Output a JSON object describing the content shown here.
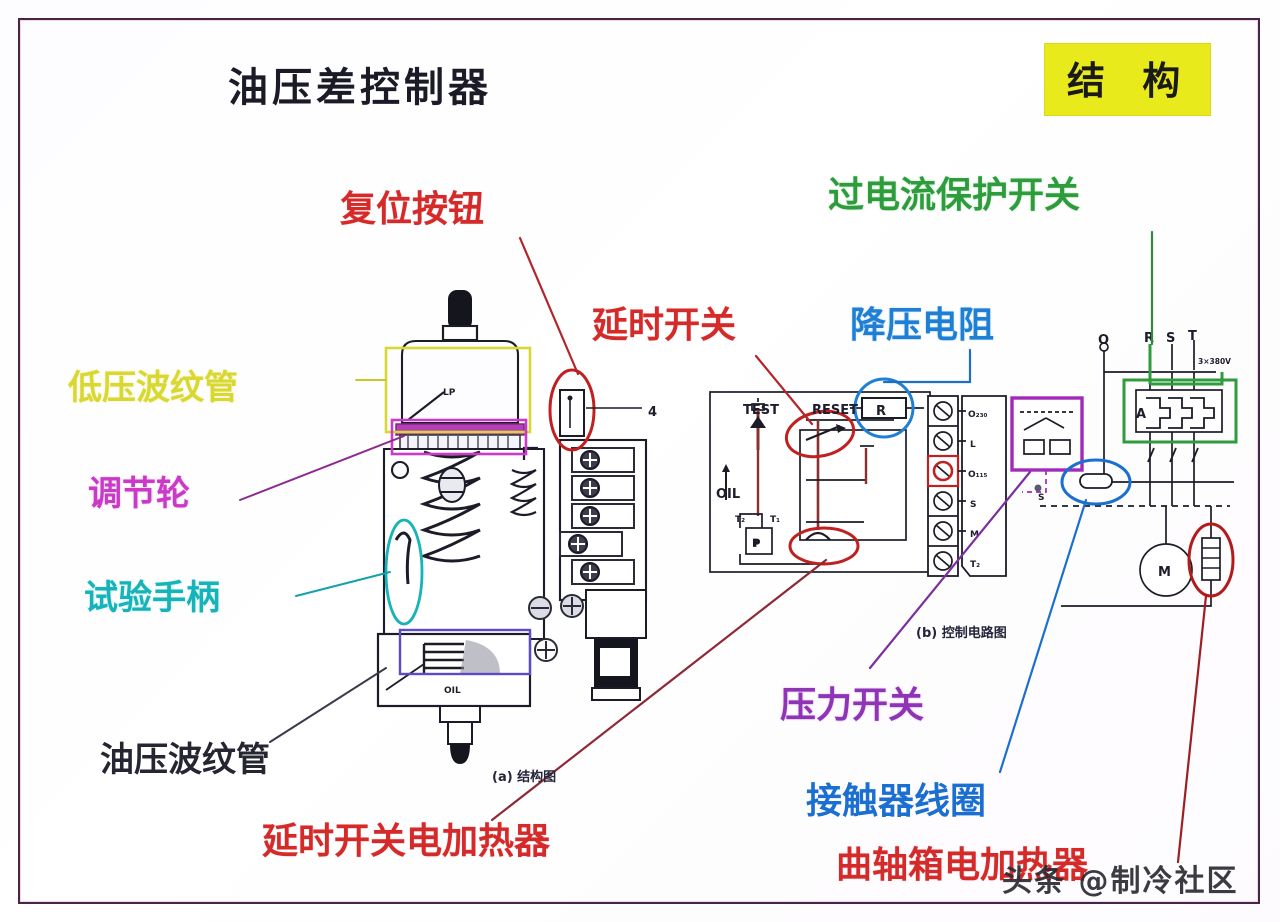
{
  "page": {
    "title": "油压差控制器",
    "badge": "结 构",
    "watermark": "头条 @制冷社区",
    "border_color": "#4a2348"
  },
  "labels": [
    {
      "id": "reset-button",
      "text": "复位按钮",
      "color": "#d42a2a"
    },
    {
      "id": "lp-bellows",
      "text": "低压波纹管",
      "color": "#d9d832"
    },
    {
      "id": "adjusting-wheel",
      "text": "调节轮",
      "color": "#c93bc6"
    },
    {
      "id": "test-handle",
      "text": "试验手柄",
      "color": "#16b3b8"
    },
    {
      "id": "oil-bellows",
      "text": "油压波纹管",
      "color": "#262632"
    },
    {
      "id": "delay-switch-heater",
      "text": "延时开关电加热器",
      "color": "#d42a2a"
    },
    {
      "id": "delay-switch",
      "text": "延时开关",
      "color": "#d42a2a"
    },
    {
      "id": "drop-resistor",
      "text": "降压电阻",
      "color": "#1f7fd4"
    },
    {
      "id": "overcurrent-switch",
      "text": "过电流保护开关",
      "color": "#2e9b3d"
    },
    {
      "id": "pressure-switch",
      "text": "压力开关",
      "color": "#8e35b5"
    },
    {
      "id": "contactor-coil",
      "text": "接触器线圈",
      "color": "#1a6fd0"
    },
    {
      "id": "crankcase-heater",
      "text": "曲轴箱电加热器",
      "color": "#d42a2a"
    }
  ],
  "captions": {
    "structure": "(a) 结构图",
    "circuit": "(b) 控制电路图"
  },
  "structure_diagram": {
    "bellows_mark": "LP",
    "oil_mark": "OIL",
    "callout_number": "4"
  },
  "circuit_diagram": {
    "test_label": "TEST",
    "reset_label": "RESET",
    "oil_label": "OIL",
    "pressure_symbol": "P",
    "resistor_symbol": "R",
    "motor_symbol": "M",
    "contact_symbol": "A",
    "switch_symbol": "S",
    "terminal_t1": "T₁",
    "terminal_t2": "T₂",
    "supply_voltage": "3×380V",
    "terminals": [
      "O₂₃₀",
      "L",
      "O₁₁₅",
      "S",
      "M",
      "T₂"
    ],
    "supply_terminals": [
      "O",
      "R",
      "S",
      "T"
    ]
  }
}
